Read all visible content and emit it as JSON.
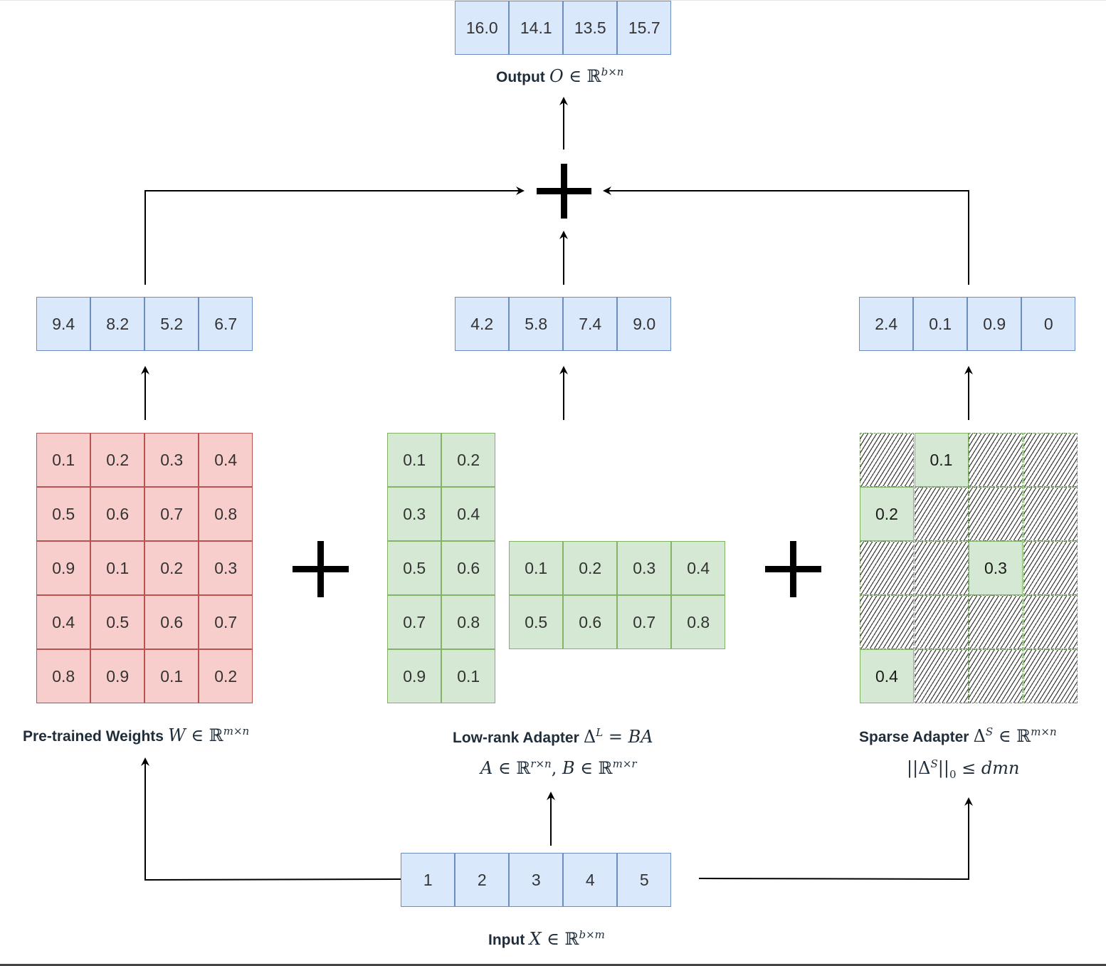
{
  "output": {
    "values": [
      "16.0",
      "14.1",
      "13.5",
      "15.7"
    ],
    "label_bold": "Output",
    "label_math": "O ∈ ℝ^{b×n}"
  },
  "branch_results": {
    "pretrained": [
      "9.4",
      "8.2",
      "5.2",
      "6.7"
    ],
    "lowrank": [
      "4.2",
      "5.8",
      "7.4",
      "9.0"
    ],
    "sparse": [
      "2.4",
      "0.1",
      "0.9",
      "0"
    ]
  },
  "pretrained_weights": {
    "rows": [
      [
        "0.1",
        "0.2",
        "0.3",
        "0.4"
      ],
      [
        "0.5",
        "0.6",
        "0.7",
        "0.8"
      ],
      [
        "0.9",
        "0.1",
        "0.2",
        "0.3"
      ],
      [
        "0.4",
        "0.5",
        "0.6",
        "0.7"
      ],
      [
        "0.8",
        "0.9",
        "0.1",
        "0.2"
      ]
    ],
    "label_bold": "Pre-trained Weights",
    "label_math": "W ∈ ℝ^{m×n}"
  },
  "lowrank_adapter": {
    "b_rows": [
      [
        "0.1",
        "0.2"
      ],
      [
        "0.3",
        "0.4"
      ],
      [
        "0.5",
        "0.6"
      ],
      [
        "0.7",
        "0.8"
      ],
      [
        "0.9",
        "0.1"
      ]
    ],
    "a_rows": [
      [
        "0.1",
        "0.2",
        "0.3",
        "0.4"
      ],
      [
        "0.5",
        "0.6",
        "0.7",
        "0.8"
      ]
    ],
    "label_bold": "Low-rank Adapter",
    "label_math": "Δ^L = BA",
    "label_line2": "A ∈ ℝ^{r×n}, B ∈ ℝ^{m×r}"
  },
  "sparse_adapter": {
    "rows": [
      [
        null,
        "0.1",
        null,
        null
      ],
      [
        "0.2",
        null,
        null,
        null
      ],
      [
        null,
        null,
        "0.3",
        null
      ],
      [
        null,
        null,
        null,
        null
      ],
      [
        "0.4",
        null,
        null,
        null
      ]
    ],
    "label_bold": "Sparse Adapter",
    "label_math": "Δ^S ∈ ℝ^{m×n}",
    "label_line2": "||Δ^S||_0 ≤ dmn"
  },
  "input": {
    "values": [
      "1",
      "2",
      "3",
      "4",
      "5"
    ],
    "label_bold": "Input",
    "label_math": "X ∈ ℝ^{b×m}"
  }
}
